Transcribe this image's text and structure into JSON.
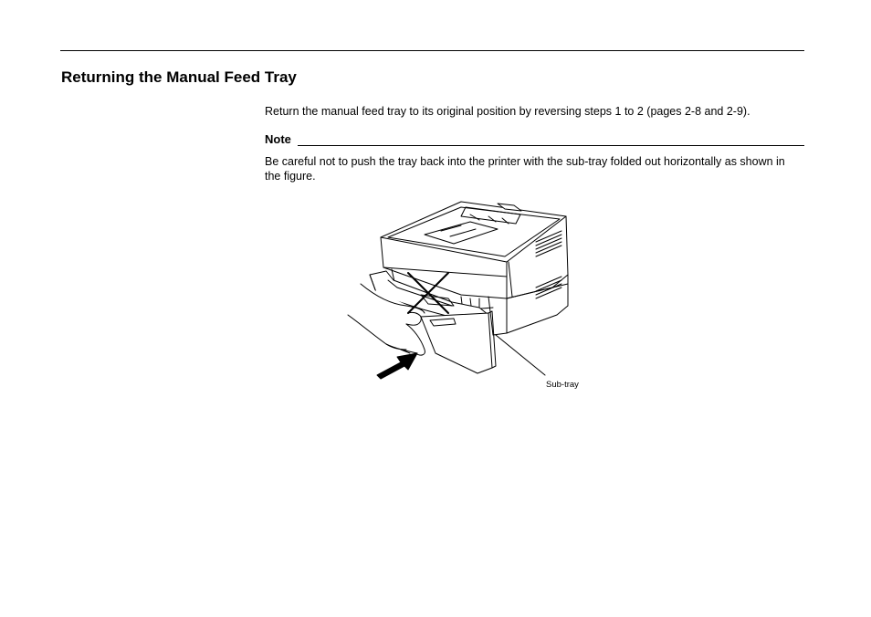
{
  "section": {
    "title": "Returning the Manual Feed Tray"
  },
  "intro": {
    "text": "Return the manual feed tray to its original position by reversing steps 1 to 2 (pages 2-8 and 2-9)."
  },
  "note": {
    "label": "Note",
    "body": "Be careful not to push the tray back into the printer with the sub-tray folded out horizontally as shown in the figure."
  },
  "figure": {
    "callout_label": "Sub-tray",
    "icons": [
      "printer-illustration",
      "cross-mark-icon",
      "push-arrow-icon",
      "hand-illustration"
    ]
  }
}
